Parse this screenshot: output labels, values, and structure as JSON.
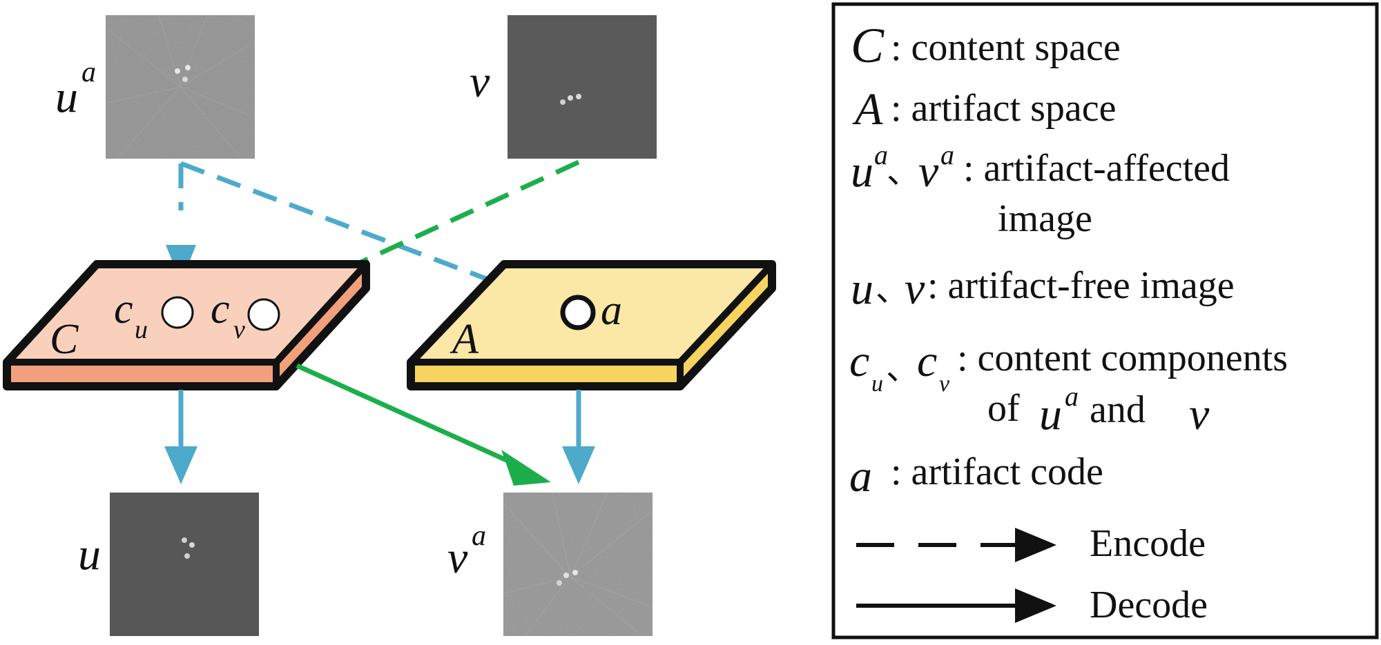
{
  "images": {
    "ua": {
      "base": "u",
      "sup": "a"
    },
    "v": {
      "base": "v"
    },
    "u": {
      "base": "u"
    },
    "va": {
      "base": "v",
      "sup": "a"
    }
  },
  "spaces": {
    "content": {
      "label": "C",
      "fill": "#F9D0BC",
      "side": "#F2A07C",
      "cu": {
        "base": "c",
        "sub": "u"
      },
      "cv": {
        "base": "c",
        "sub": "v"
      }
    },
    "artifact": {
      "label": "A",
      "fill": "#FBE7A6",
      "side": "#F7D460",
      "a": "a"
    }
  },
  "legend": {
    "c_sym": "C",
    "c_text": ": content space",
    "a_sym": "A",
    "a_text": ": artifact space",
    "uava": {
      "u": "u",
      "u_sup": "a",
      "sep": "、",
      "v": "v",
      "v_sup": "a",
      "line1": ": artifact-affected",
      "line2": "image"
    },
    "uv": {
      "u": "u",
      "sep": "、",
      "v": "v",
      "text": ": artifact-free image"
    },
    "cucv": {
      "c1": "c",
      "s1": "u",
      "sep": "、",
      "c2": "c",
      "s2": "v",
      "line1": ": content components",
      "of": "of",
      "u": "u",
      "u_sup": "a",
      "and": "and",
      "v": "v"
    },
    "acode": {
      "sym": "a",
      "text": ": artifact code"
    },
    "encode": "Encode",
    "decode": "Decode"
  },
  "colors": {
    "encode_arrow": "#4DAACB",
    "decode_arrow": "#1DAE4C",
    "outline": "#111111"
  }
}
